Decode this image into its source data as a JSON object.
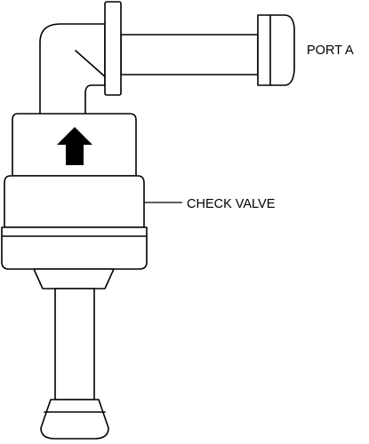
{
  "labels": {
    "port_a": "PORT A",
    "check_valve": "CHECK VALVE"
  },
  "flow_direction": "up",
  "colors": {
    "line": "#000000",
    "background": "#ffffff"
  }
}
